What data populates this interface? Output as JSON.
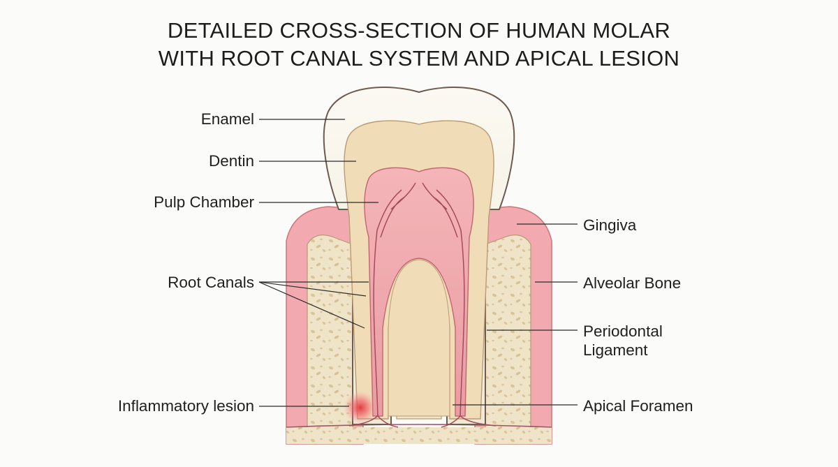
{
  "title": {
    "line1": "DETAILED CROSS-SECTION OF HUMAN MOLAR",
    "line2": "WITH ROOT CANAL SYSTEM AND APICAL LESION"
  },
  "labels": {
    "enamel": "Enamel",
    "dentin": "Dentin",
    "pulp_chamber": "Pulp Chamber",
    "root_canals": "Root Canals",
    "inflammatory_lesion": "Inflammatory lesion",
    "gingiva": "Gingiva",
    "alveolar_bone": "Alveolar Bone",
    "periodontal_ligament_line1": "Periodontal",
    "periodontal_ligament_line2": "Ligament",
    "apical_foramen": "Apical Foramen"
  },
  "colors": {
    "enamel": "#f7f4ea",
    "dentin": "#f1dcb8",
    "pulp": "#f0a9ae",
    "gingiva": "#f2aab0",
    "bone": "#efe3c7",
    "lesion": "#e8434a",
    "outline": "#6e5a4e"
  }
}
